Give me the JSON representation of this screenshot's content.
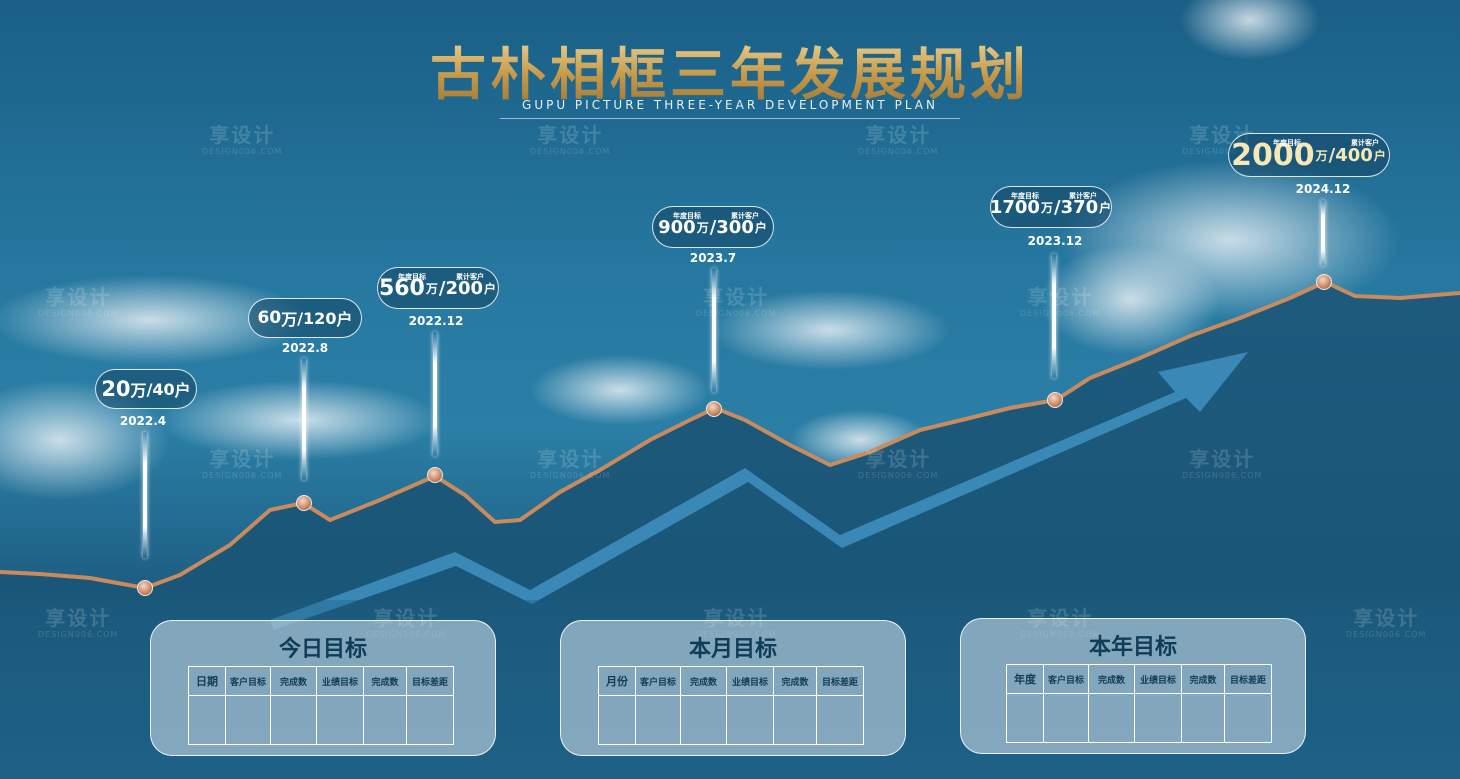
{
  "title": "古朴相框三年发展规划",
  "subtitle": "GUPU PICTURE THREE-YEAR DEVELOPMENT PLAN",
  "watermark": {
    "text": "享设计",
    "sub": "DESIGN006.COM"
  },
  "bubble_labels": {
    "annual_target": "年度目标",
    "cumulative_customers": "累计客户"
  },
  "milestones": [
    {
      "date": "2022.4",
      "amount": "20",
      "amount_unit": "万",
      "customers": "40",
      "customer_unit": "户"
    },
    {
      "date": "2022.8",
      "amount": "60",
      "amount_unit": "万",
      "customers": "120",
      "customer_unit": "户"
    },
    {
      "date": "2022.12",
      "amount": "560",
      "amount_unit": "万",
      "customers": "200",
      "customer_unit": "户"
    },
    {
      "date": "2023.7",
      "amount": "900",
      "amount_unit": "万",
      "customers": "300",
      "customer_unit": "户"
    },
    {
      "date": "2023.12",
      "amount": "1700",
      "amount_unit": "万",
      "customers": "370",
      "customer_unit": "户"
    },
    {
      "date": "2024.12",
      "amount": "2000",
      "amount_unit": "万",
      "customers": "400",
      "customer_unit": "户"
    }
  ],
  "panels": [
    {
      "title": "今日目标",
      "columns": [
        "日期",
        "客户目标",
        "完成数",
        "业绩目标",
        "完成数",
        "目标差距"
      ]
    },
    {
      "title": "本月目标",
      "columns": [
        "月份",
        "客户目标",
        "完成数",
        "业绩目标",
        "完成数",
        "目标差距"
      ]
    },
    {
      "title": "本年目标",
      "columns": [
        "年度",
        "客户目标",
        "完成数",
        "业绩目标",
        "完成数",
        "目标差距"
      ]
    }
  ],
  "colors": {
    "sky": "#2678a0",
    "mountain": "#17506f",
    "ridge_line": "#c98b5e",
    "title_gold": "#d3b066",
    "arrow": "#4a9bc6"
  }
}
